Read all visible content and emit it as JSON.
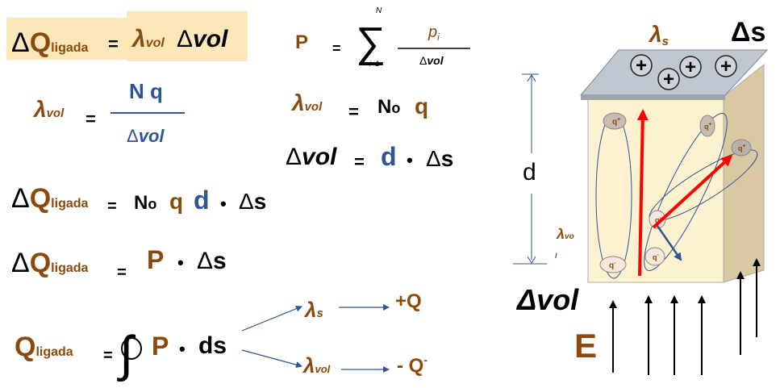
{
  "colors": {
    "brown": "#8a4a0e",
    "blue": "#2f5597",
    "highlight": "#fbe7b7",
    "volume_face": "#fdf2d0",
    "volume_side": "#d9c9a3",
    "top_plate": "#bfc7d1",
    "field_red": "#ff0000"
  },
  "equations": {
    "eq1": {
      "delta": "Δ",
      "Q": "Q",
      "sub": "ligada",
      "equals": "=",
      "lambda": "λ",
      "lambda_sub": "vol",
      "delta2": "Δ",
      "vol": "vol"
    },
    "eq2": {
      "lambda": "λ",
      "lambda_sub": "vol",
      "equals": "=",
      "numerator": "N q",
      "denominator_delta": "Δ",
      "denominator_vol": "vol"
    },
    "eq3": {
      "P": "P",
      "equals": "=",
      "sum_upper": "N",
      "sum_lower": "i=1",
      "sum_symbol": "∑",
      "numerator_p": "p",
      "numerator_sub": "i",
      "denominator_delta": "Δ",
      "denominator_vol": "vol"
    },
    "eq4": {
      "lambda": "λ",
      "lambda_sub": "vol",
      "equals": "=",
      "N": "N",
      "N_sub": "o",
      "q": "q"
    },
    "eq5": {
      "delta": "Δ",
      "vol": "vol",
      "equals": "=",
      "d": "d",
      "dot": "•",
      "ds_delta": "Δ",
      "ds_s": "s"
    },
    "eq6": {
      "delta": "Δ",
      "Q": "Q",
      "sub": "ligada",
      "equals": "=",
      "N": "N",
      "N_sub": "o",
      "q": "q",
      "d": "d",
      "dot": "•",
      "ds_delta": "Δ",
      "ds_s": "s"
    },
    "eq7": {
      "delta": "Δ",
      "Q": "Q",
      "sub": "ligada",
      "equals": "=",
      "P": "P",
      "dot": "•",
      "ds_delta": "Δ",
      "ds_s": "s"
    },
    "eq8": {
      "Q": "Q",
      "sub": "ligada",
      "equals": "=",
      "integral": "∫",
      "P": "P",
      "dot": "•",
      "ds": "ds"
    },
    "branch_s": {
      "lambda": "λ",
      "sub": "s",
      "result": "+Q"
    },
    "branch_vol": {
      "lambda": "λ",
      "sub": "vol",
      "result": "- Q",
      "result_sup": "-"
    }
  },
  "diagram": {
    "lambda_s": "λ",
    "lambda_s_sub": "s",
    "delta_s": "Δs",
    "d_label": "d",
    "lambda_vol": "λ",
    "lambda_vol_sub1": "vo",
    "lambda_vol_sub2": "l",
    "delta_vol": "Δvol",
    "E_label": "E",
    "plus_sign": "+",
    "q_plus": "q",
    "q_plus_sup": "+",
    "q_minus": "q",
    "q_minus_sup": "-"
  }
}
